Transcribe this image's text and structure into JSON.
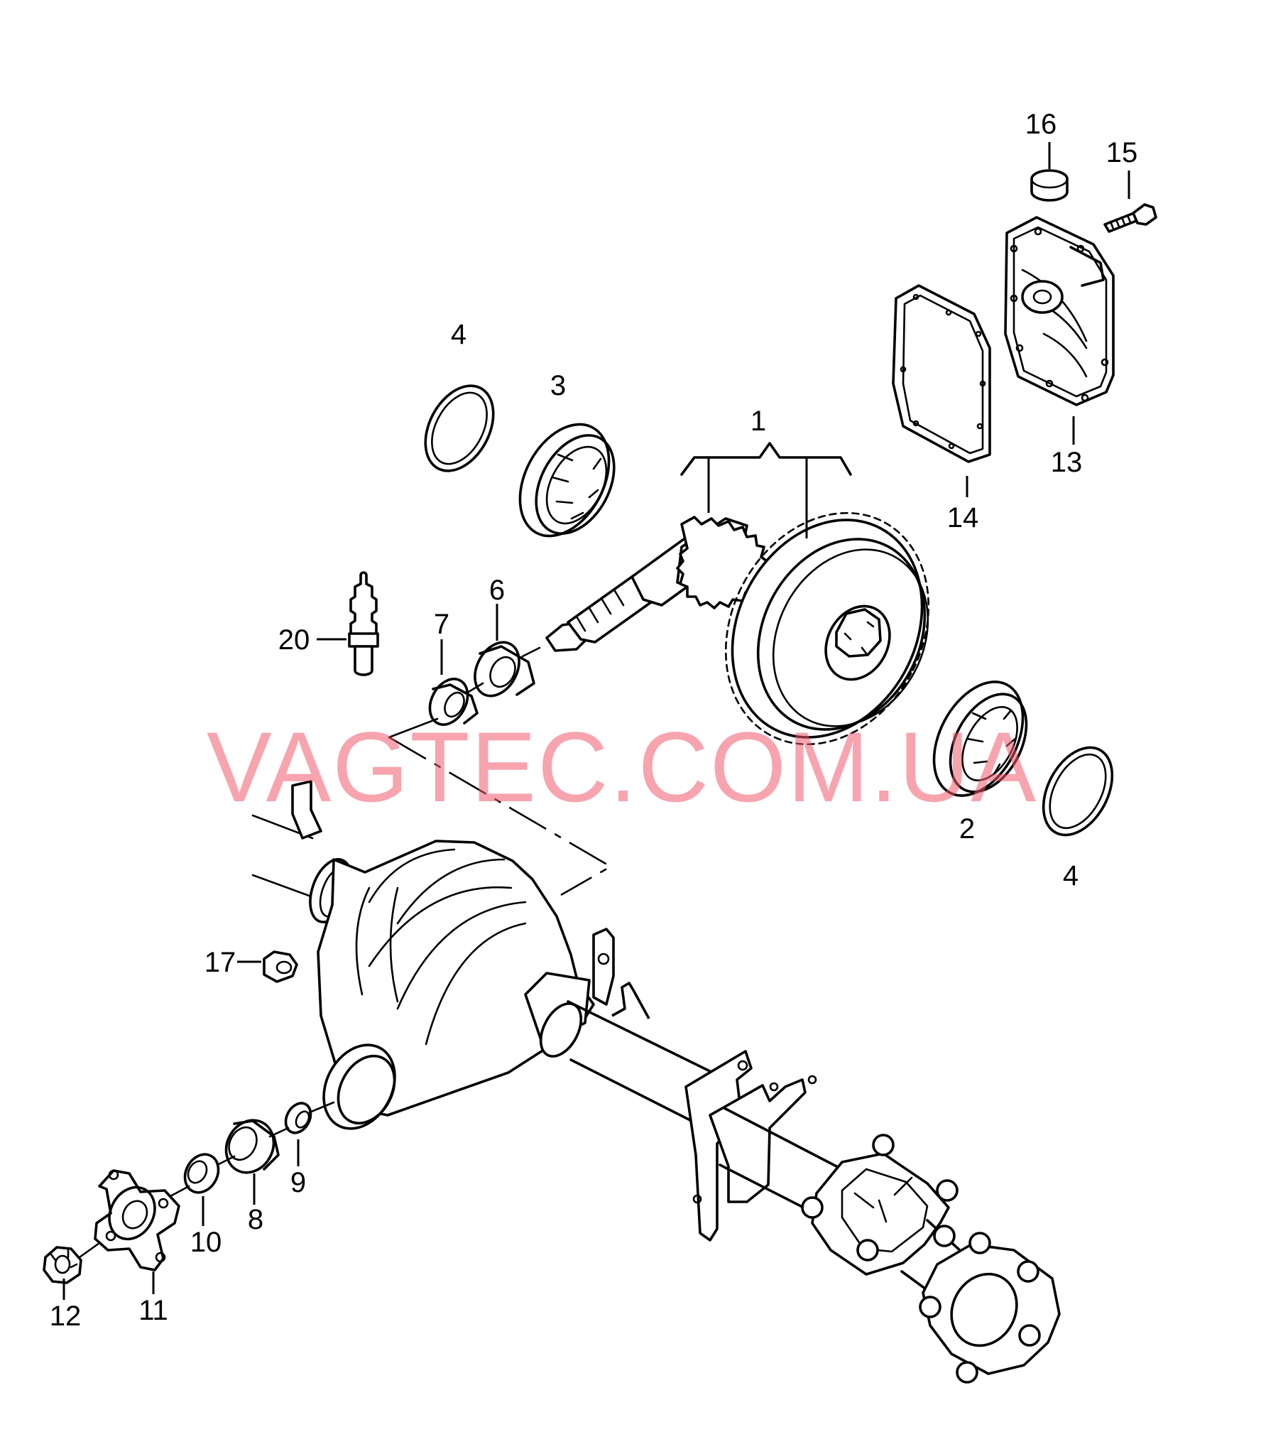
{
  "watermark": "VAGTEC.COM.UA",
  "callouts": {
    "c1": "1",
    "c2": "2",
    "c3": "3",
    "c4a": "4",
    "c4b": "4",
    "c6": "6",
    "c7": "7",
    "c8": "8",
    "c9": "9",
    "c10": "10",
    "c11": "11",
    "c12": "12",
    "c13": "13",
    "c14": "14",
    "c15": "15",
    "c16": "16",
    "c17": "17",
    "c20": "20"
  },
  "colors": {
    "line": "#000000",
    "background": "#ffffff",
    "watermark": "#f05a6e"
  }
}
